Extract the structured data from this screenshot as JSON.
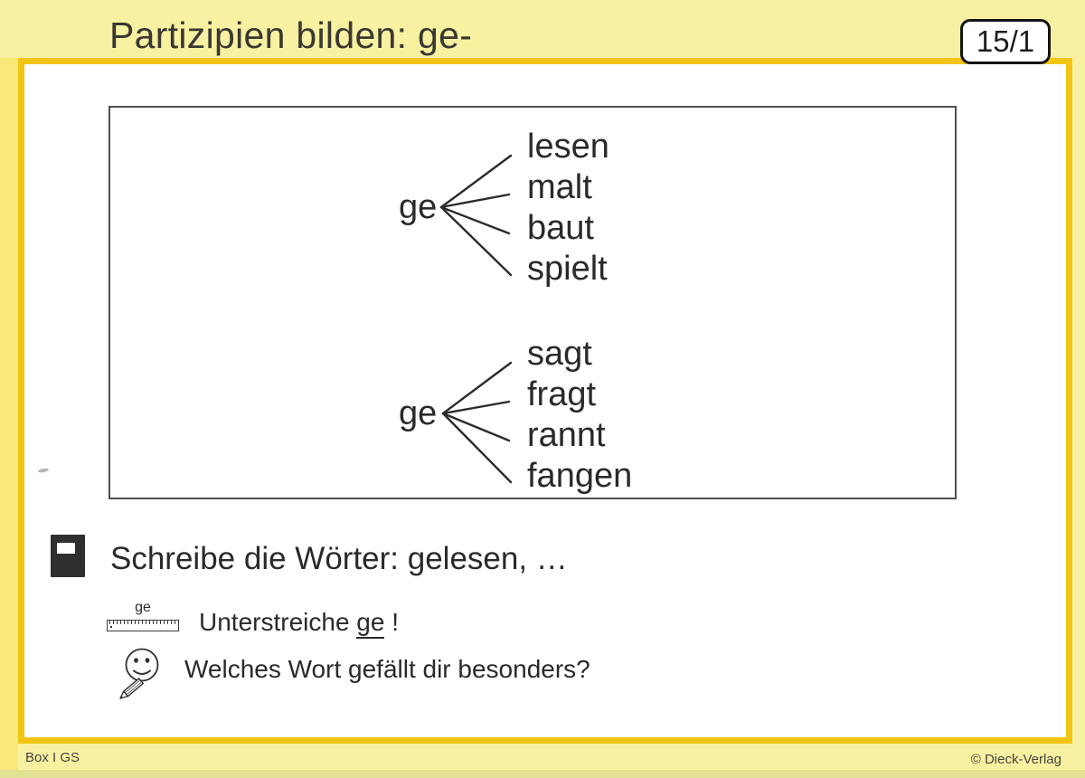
{
  "header": {
    "title": "Partizipien bilden: ge-",
    "card_number": "15/1"
  },
  "diagram": {
    "groups": [
      {
        "prefix": "ge",
        "words": [
          "lesen",
          "malt",
          "baut",
          "spielt"
        ]
      },
      {
        "prefix": "ge",
        "words": [
          "sagt",
          "fragt",
          "rannt",
          "fangen"
        ]
      }
    ]
  },
  "tasks": {
    "write": {
      "icon": "notebook-icon",
      "text": "Schreibe die Wörter: gelesen, …"
    },
    "underline": {
      "icon": "ruler-icon",
      "ruler_label": "ge",
      "text_before": "Unterstreiche ",
      "underlined_word": "ge",
      "text_after": " !"
    },
    "favorite": {
      "icon": "smiley-pencil-icon",
      "text": "Welches Wort gefällt dir besonders?"
    }
  },
  "footer": {
    "left": "Box I GS",
    "right": "© Dieck-Verlag"
  },
  "colors": {
    "card_background": "#f8f1a1",
    "frame_border": "#f2c413",
    "paper": "#ffffff",
    "ink": "#2b2a28"
  }
}
